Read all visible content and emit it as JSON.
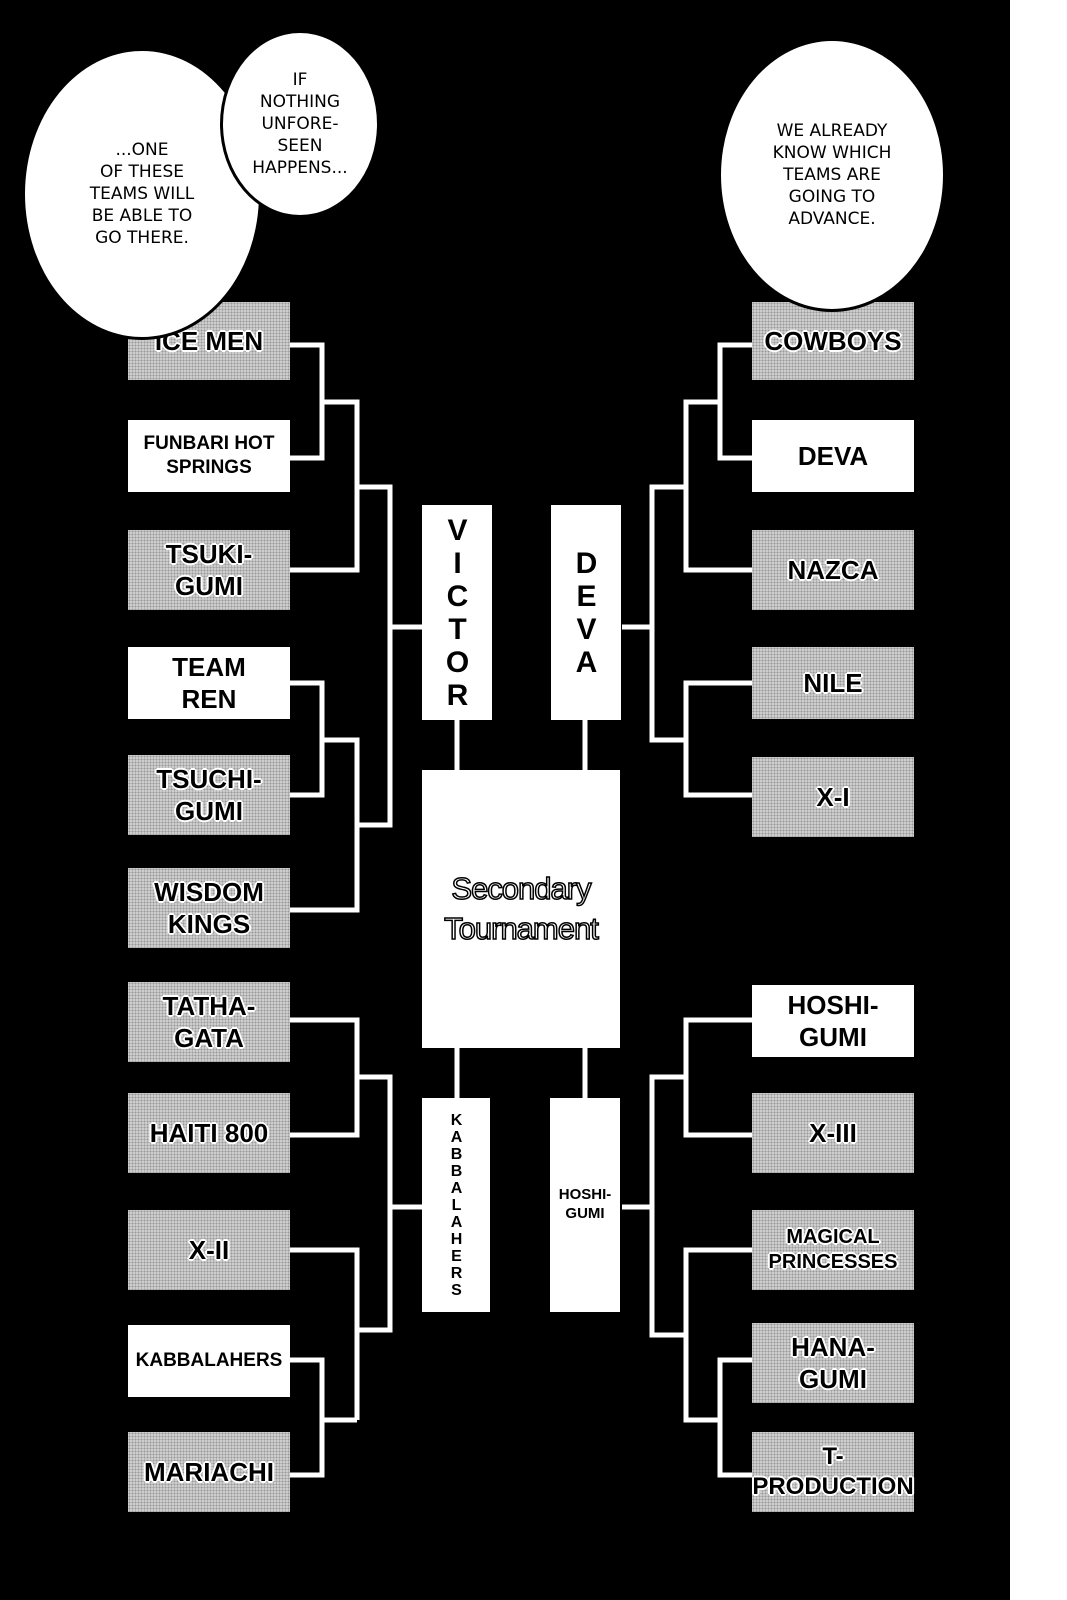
{
  "bubbles": {
    "if_nothing": "IF\nNOTHING\nUNFORE-\nSEEN\nHAPPENS...",
    "one_of_these": "...ONE\nOF THESE\nTEAMS WILL\nBE ABLE TO\nGO THERE.",
    "already_know": "WE ALREADY\nKNOW WHICH\nTEAMS ARE\nGOING TO\nADVANCE."
  },
  "left_teams": {
    "ice_men": "ICE MEN",
    "funbari": "FUNBARI HOT\nSPRINGS",
    "tsukigumi": "TSUKI-\nGUMI",
    "team_ren": "TEAM\nREN",
    "tsuchigumi": "TSUCHI-\nGUMI",
    "wisdom_kings": "WISDOM\nKINGS",
    "tathagata": "TATHA-\nGATA",
    "haiti": "HAITI 800",
    "x2": "X-II",
    "kabbalahers": "KABBALAHERS",
    "mariachi": "MARIACHI"
  },
  "right_teams": {
    "cowboys": "COWBOYS",
    "deva": "DEVA",
    "nazca": "NAZCA",
    "nile": "NILE",
    "x1": "X-I",
    "hoshigumi": "HOSHI-\nGUMI",
    "x3": "X-III",
    "magical": "MAGICAL\nPRINCESSES",
    "hanagumi": "HANA-\nGUMI",
    "tproduction": "T-\nPRODUCTION"
  },
  "winners": {
    "victor": "VICTOR",
    "deva": "DEVA",
    "kabbalahers": "KABBALAHERS",
    "hoshigumi": "HOSHI-\nGUMI"
  },
  "center_label": "Secondary\nTournament",
  "colors": {
    "background": "#000000",
    "line": "#ffffff",
    "box_white": "#ffffff",
    "box_gray": "#cfcfcf"
  }
}
